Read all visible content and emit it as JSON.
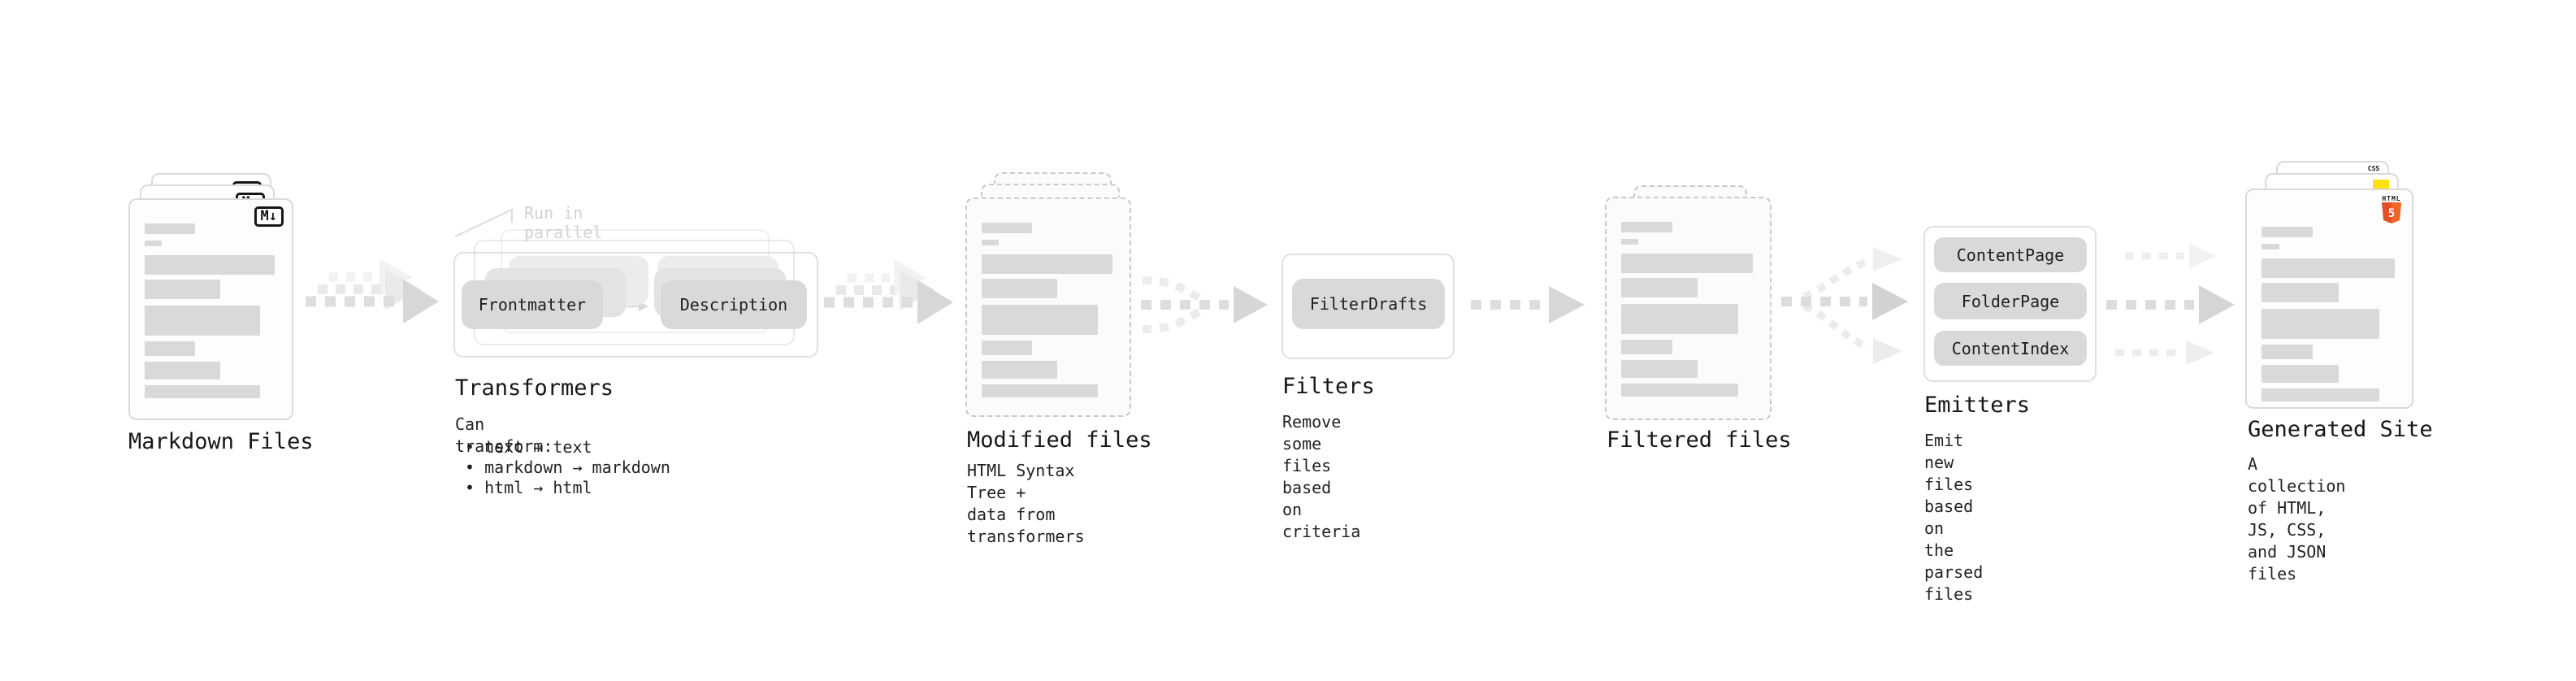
{
  "stages": {
    "markdown": {
      "label": "Markdown Files",
      "badge": "M↓"
    },
    "transformers": {
      "label": "Transformers",
      "annotation": "Run in parallel",
      "input_pill": "Frontmatter",
      "output_pill": "Description",
      "desc_heading": "Can transform:",
      "bullets": [
        "• text → text",
        "• markdown → markdown",
        "• html → html"
      ]
    },
    "modified": {
      "label": "Modified files",
      "desc": "HTML Syntax Tree +\ndata from transformers"
    },
    "filters": {
      "label": "Filters",
      "pill": "FilterDrafts",
      "desc": "Remove some files based\non criteria"
    },
    "filtered": {
      "label": "Filtered files"
    },
    "emitters": {
      "label": "Emitters",
      "pills": [
        "ContentPage",
        "FolderPage",
        "ContentIndex"
      ],
      "desc": "Emit new files based on\nthe parsed files"
    },
    "generated": {
      "label": "Generated Site",
      "desc": "A collection of HTML,\nJS, CSS, and JSON files",
      "badges": {
        "css": "CSS",
        "html_word": "HTML",
        "html_number": "5"
      }
    }
  },
  "colors": {
    "html5_orange": "#e44d26",
    "html5_orange_light": "#f16529",
    "js_yellow": "#ffe20a",
    "css_blue": "#2d6ff0"
  }
}
